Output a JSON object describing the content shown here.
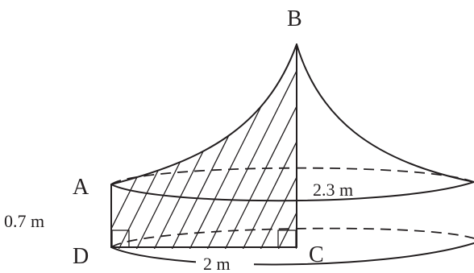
{
  "figure": {
    "points": {
      "A": "A",
      "B": "B",
      "C": "C",
      "D": "D"
    },
    "labels": {
      "height_AD": "0.7 m",
      "radius_top": "2.3 m",
      "base_DC": "2 m"
    }
  }
}
